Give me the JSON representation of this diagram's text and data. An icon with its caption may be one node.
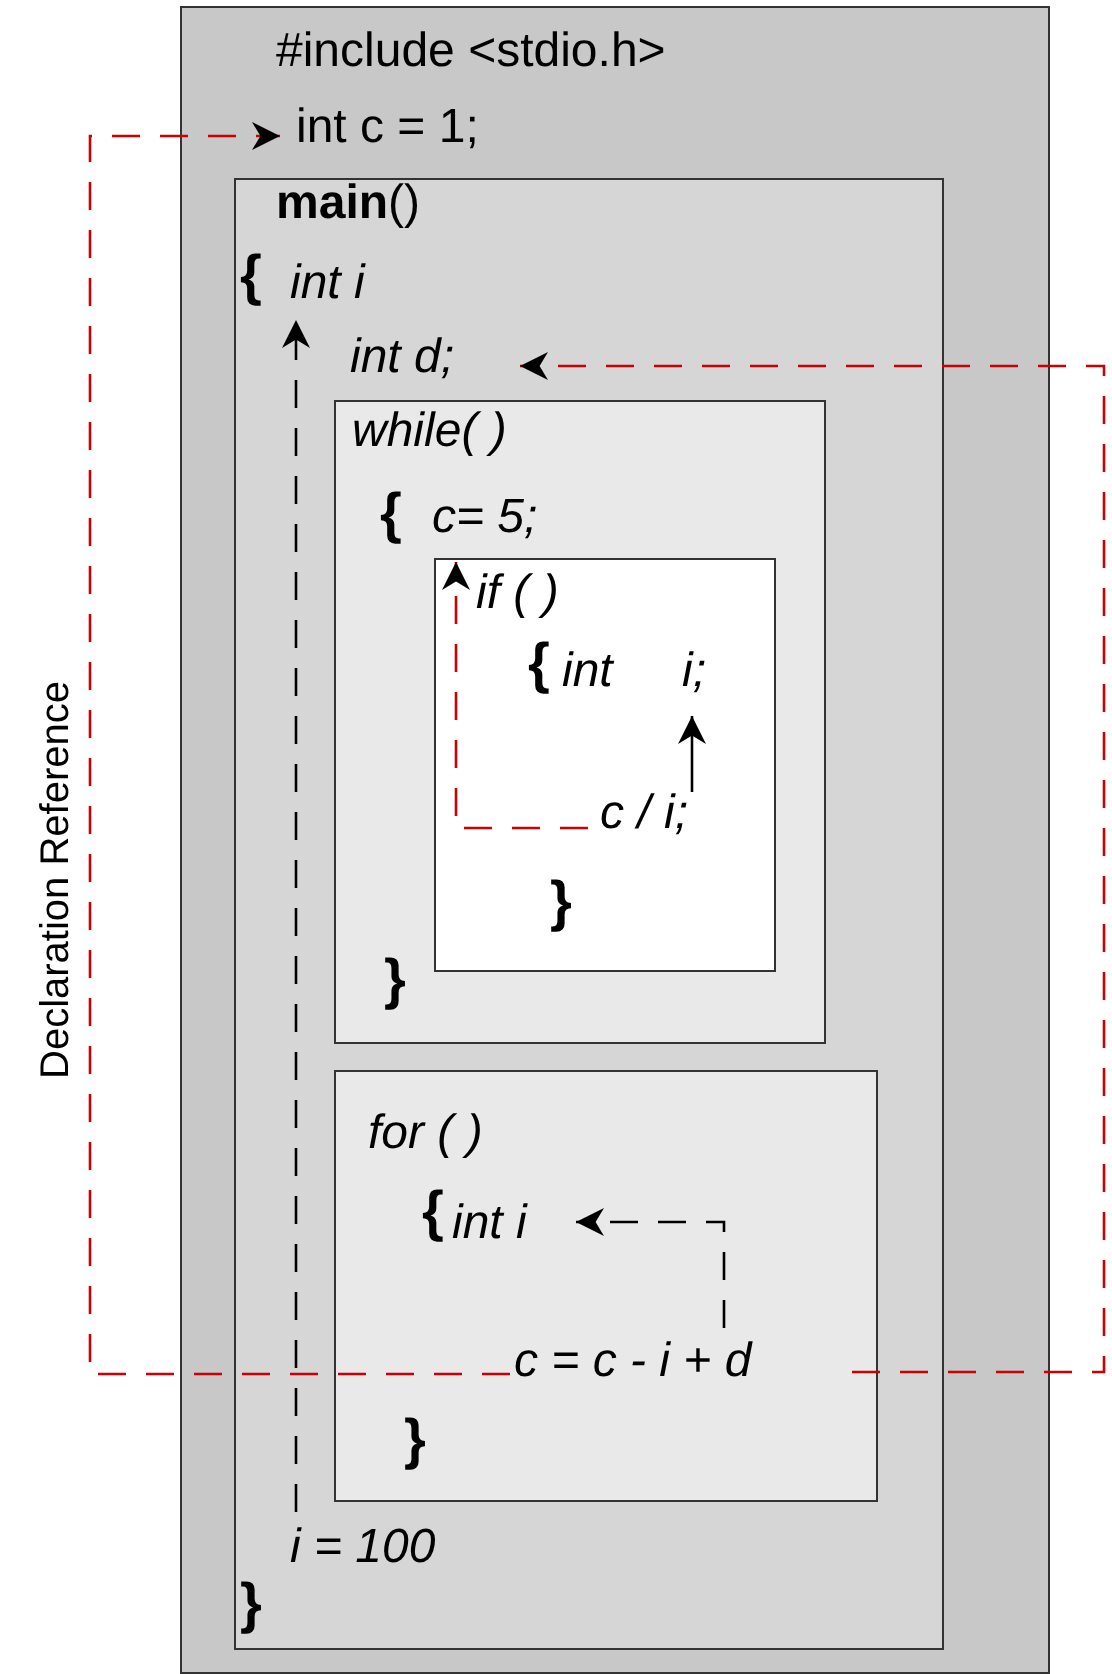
{
  "diagram": {
    "nodes": [
      {
        "text": [
          "#include <stdio.h>"
        ]
      },
      {
        "text": [
          "int c = 1;"
        ],
        "in": 0
      },
      {
        "text": [
          "**main**()",
          "{",
          "}"
        ],
        "in": 0
      },
      {
        "text": [
          "int i"
        ],
        "in": 2
      },
      {
        "text": [
          "int d;"
        ],
        "in": 2
      },
      {
        "text": [
          "while( )",
          "{",
          "}"
        ],
        "in": 2
      },
      {
        "text": [
          "c= 5;"
        ],
        "in": 5
      },
      {
        "text": [
          "if ( )",
          "{",
          "}"
        ],
        "in": 5
      },
      {
        "text": [
          "int i;"
        ],
        "in": 7
      },
      {
        "text": [
          "c / i;"
        ],
        "in": 7
      },
      {
        "text": [
          "for ( )",
          "{",
          "}"
        ],
        "in": 2
      },
      {
        "text": [
          "int i"
        ],
        "in": 10
      },
      {
        "text": [
          "c = c - i + d"
        ],
        "in": 10
      },
      {
        "text": [
          "i = 100"
        ],
        "in": 2
      }
    ],
    "edges": [
      {
        "from": 9,
        "to": 8,
        "arrow": "to"
      },
      {
        "from": 9,
        "to": 7,
        "arrow": "to",
        "style": "dashed",
        "color": "#cc0000"
      },
      {
        "from": 12,
        "to": 11,
        "arrow": "to",
        "style": "dashed"
      },
      {
        "from": 12,
        "to": 1,
        "arrow": "to",
        "style": "dashed",
        "color": "#cc0000"
      },
      {
        "from": 12,
        "to": 4,
        "arrow": "to",
        "style": "dashed",
        "color": "#cc0000"
      },
      {
        "from": 13,
        "to": 3,
        "arrow": "to",
        "style": "dashed"
      }
    ],
    "labels": [
      "Declaration Reference"
    ]
  }
}
